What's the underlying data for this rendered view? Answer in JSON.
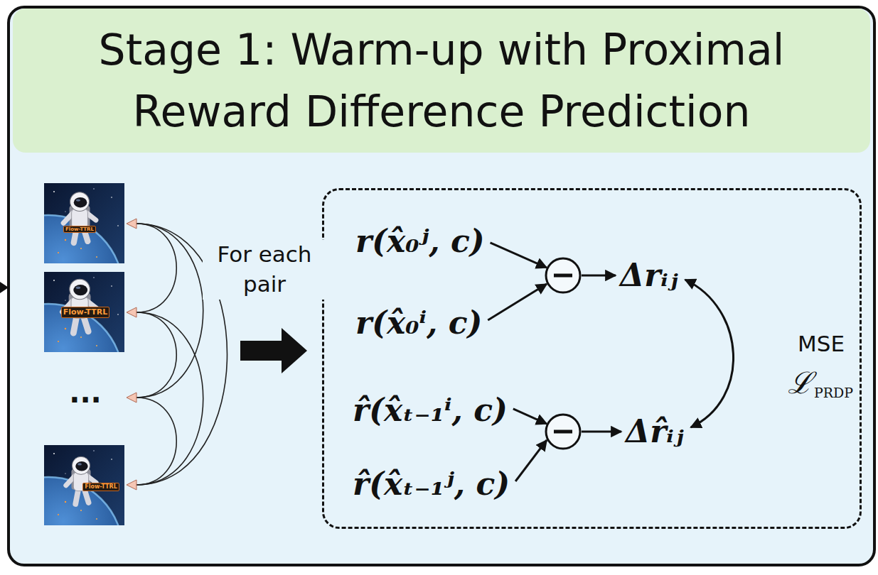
{
  "diagram": {
    "nodes": [
      {
        "text": [
          "Stage 1: Warm-up with Proximal Reward Difference Prediction"
        ]
      },
      {
        "text": [
          "r(x̂₀ʲ, c)",
          "r(x̂₀ⁱ, c)",
          "Δrᵢⱼ",
          "r̂(x̂ₜ₋₁ⁱ, c)",
          "r̂(x̂ₜ₋₁ʲ, c)",
          "Δr̂ᵢⱼ",
          "MSE",
          "ℒ",
          "PRDP"
        ],
        "in": 0
      }
    ],
    "labels": [
      "Flow-TTRL",
      "Flow-TTRL",
      "For each pair",
      "...",
      "Flow-TTRL"
    ]
  }
}
